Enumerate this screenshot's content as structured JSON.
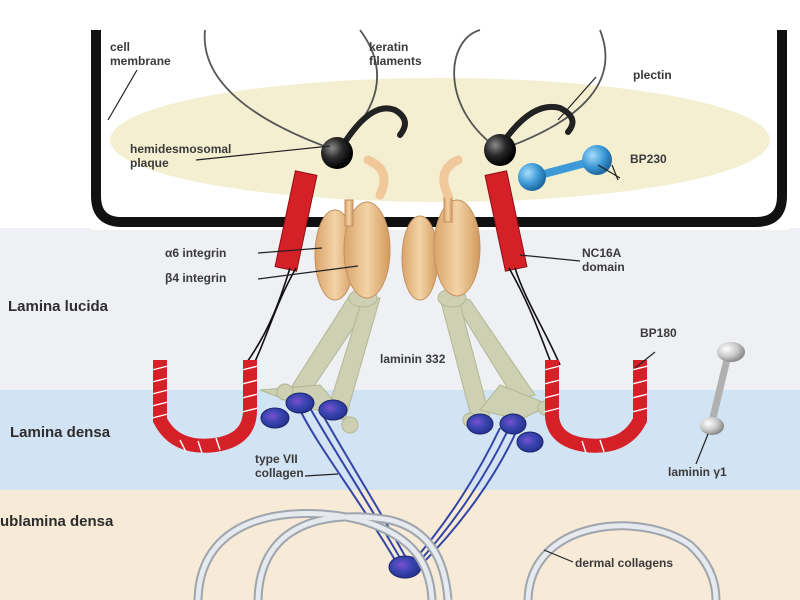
{
  "labels": {
    "cell_membrane": [
      "cell",
      "membrane"
    ],
    "keratin_filaments": [
      "keratin",
      "filaments"
    ],
    "plectin": "plectin",
    "hemidesmosomal_plaque": [
      "hemidesmosomal",
      "plaque"
    ],
    "bp230": "BP230",
    "alpha6_integrin": "α6 integrin",
    "beta4_integrin": "β4 integrin",
    "nc16a_domain": [
      "NC16A",
      "domain"
    ],
    "bp180": "BP180",
    "laminin_332": "laminin 332",
    "type_vii_collagen": [
      "type VII",
      "collagen"
    ],
    "laminin_gamma1": "laminin γ1",
    "dermal_collagens": "dermal collagens"
  },
  "layers": {
    "lamina_lucida": "Lamina lucida",
    "lamina_densa": "Lamina densa",
    "sublamina_densa": "Sublamina densa"
  },
  "colors": {
    "plaque": "#f5efd2",
    "lucida": "#eef0f3",
    "densa": "#cfe1f2",
    "sublamina": "#f7ead6",
    "integrin": "#e9c393",
    "bp180_red": "#d62027",
    "laminin": "#cfd2b5",
    "collagen_vii": "#3345a6",
    "bp230": "#3d9ad6",
    "dermal": "#c8ccd2"
  }
}
